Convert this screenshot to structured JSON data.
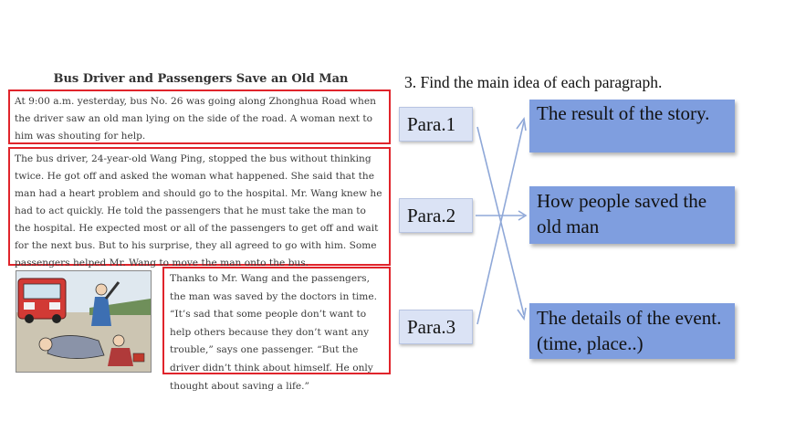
{
  "article": {
    "title": "Bus Driver and Passengers Save an Old Man",
    "paragraph1": "At 9:00 a.m. yesterday, bus No. 26 was going along Zhonghua Road when the driver saw an old man lying on the side of the road. A woman next to him was shouting for help.",
    "paragraph2": "The bus driver, 24-year-old Wang Ping, stopped the bus without thinking twice. He got off and asked the woman what happened. She said that the man had a heart problem and should go to the hospital. Mr. Wang knew he had to act quickly. He told the passengers that he must take the man to the hospital. He expected most or all of the passengers to get off and wait for the next bus. But to his surprise, they all agreed to go with him. Some passengers helped Mr. Wang to move the man onto the bus.",
    "paragraph3": "Thanks to Mr. Wang and the passengers, the man was saved by the doctors in time. “It’s sad that some people don’t want to help others because they don’t want any trouble,” says one passenger. “But the driver didn’t think about himself. He only thought about saving a life.”"
  },
  "task": {
    "instruction": "3. Find the main idea of each paragraph.",
    "para_labels": [
      "Para.1",
      "Para.2",
      "Para.3"
    ],
    "ideas": [
      "The result of the story.",
      "How people saved the old man",
      "The details of the event. (time, place..)"
    ]
  },
  "colors": {
    "highlight_border": "#e0242b",
    "label_fill": "#dbe3f5",
    "idea_fill": "#7f9edf",
    "arrow": "#8fa8d8"
  }
}
